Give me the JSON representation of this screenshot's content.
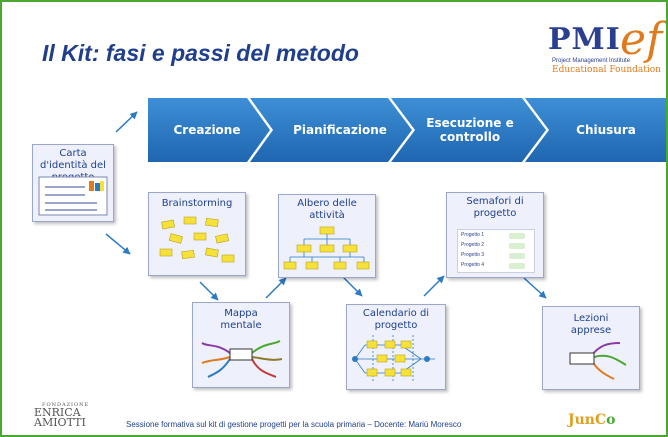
{
  "slide": {
    "title": "Il Kit: fasi e passi del metodo",
    "logo": {
      "big": "PMI",
      "ef": "ef",
      "line1": "Project Management Institute",
      "line2": "Educational Foundation"
    },
    "phases": [
      "Creazione",
      "Pianificazione",
      "Esecuzione e controllo",
      "Chiusura"
    ],
    "start_card": "Carta d'identità del progetto",
    "steps": [
      "Brainstorming",
      "Mappa mentale",
      "Albero delle attività",
      "Calendario di progetto",
      "Semafori di progetto",
      "Lezioni apprese"
    ],
    "semafori_rows": [
      "Progetto 1",
      "Progetto 2",
      "Progetto 3",
      "Progetto 4"
    ],
    "footer": {
      "org_small": "FONDAZIONE",
      "org_line1": "ENRICA",
      "org_line2": "AMIOTTI",
      "text": "Sessione formativa sul kit di gestione progetti per la scuola primaria – Docente:  Mariù Moresco",
      "brand_a": "JunC",
      "brand_b": "o"
    },
    "colors": {
      "banner": "#2a7ac4",
      "title": "#1f3f8c",
      "border": "#4aa832",
      "sticky": "#f6e13a",
      "accent": "#e07a1c"
    }
  }
}
